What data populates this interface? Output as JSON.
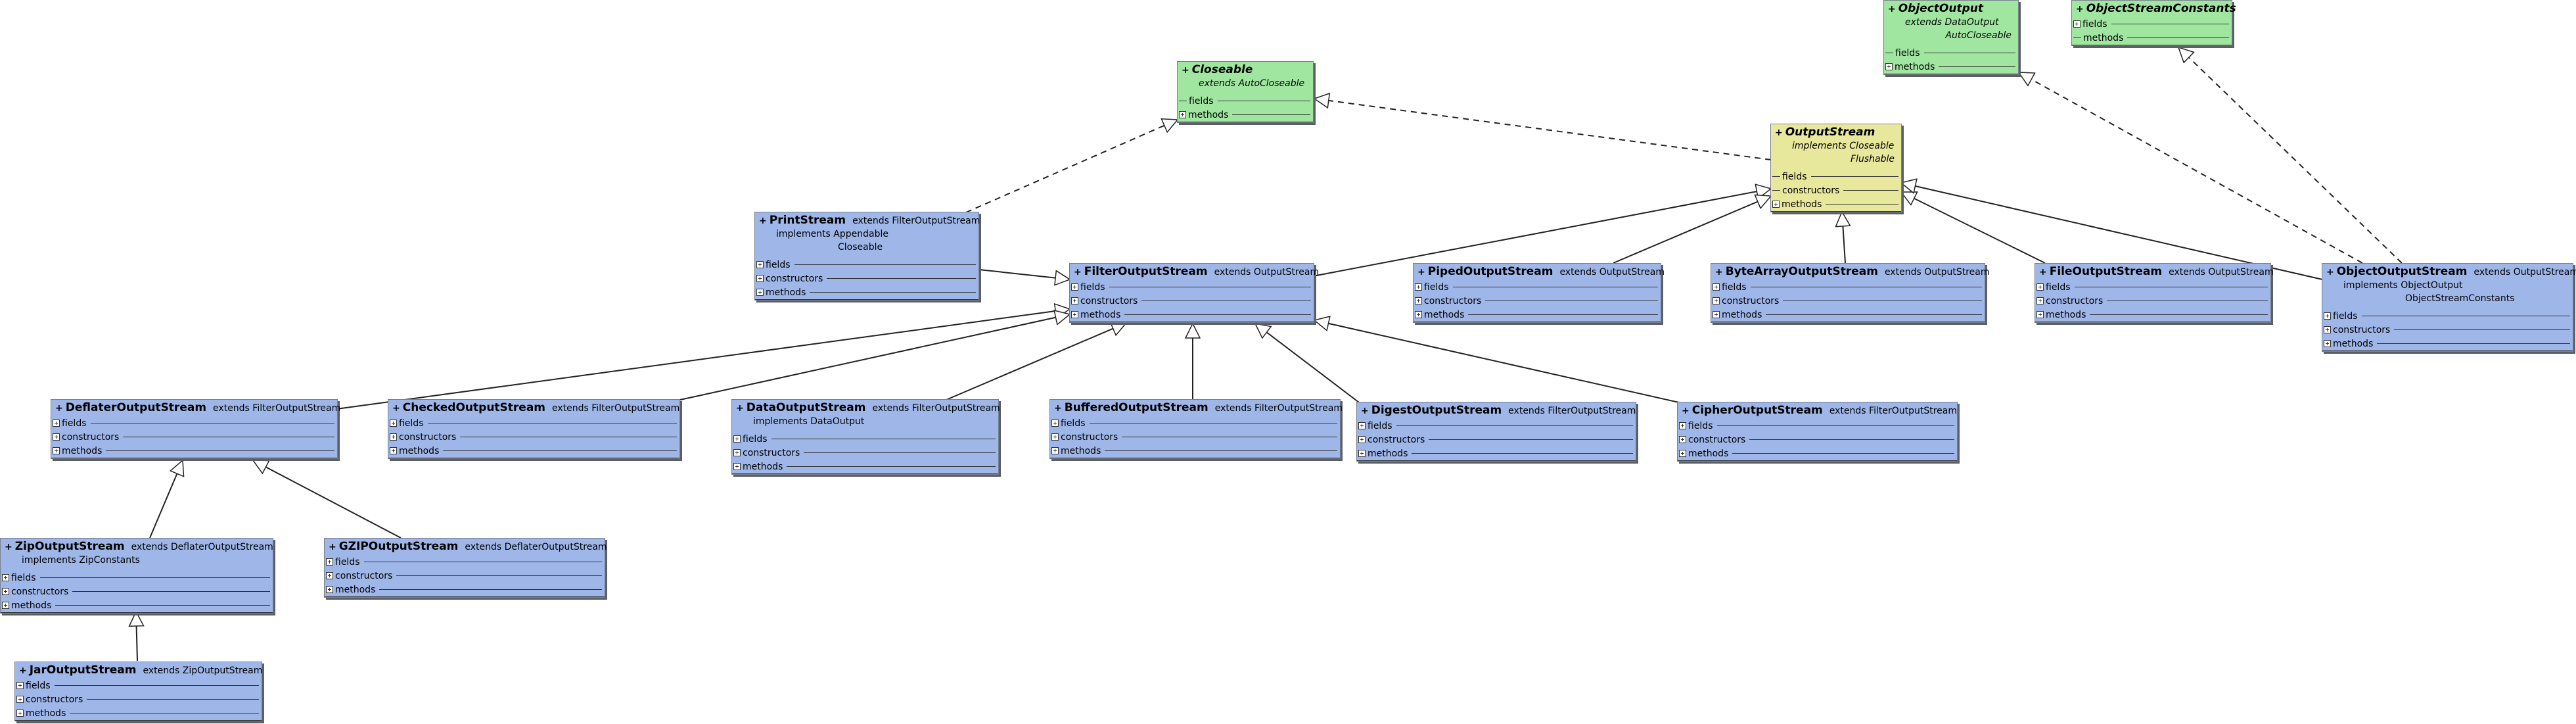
{
  "colors": {
    "class_fill": "#9eb6e8",
    "interface_fill": "#a0e6a0",
    "abstract_fill": "#e8e89c",
    "edge": "#222222"
  },
  "nodes": {
    "closeable": {
      "plus": "+",
      "name": "Closeable",
      "line1": "extends  AutoCloseable",
      "fields": "fields",
      "methods": "methods"
    },
    "objectoutput": {
      "plus": "+",
      "name": "ObjectOutput",
      "line1": "extends  DataOutput",
      "line2": "AutoCloseable",
      "fields": "fields",
      "methods": "methods"
    },
    "objectstreamconstants": {
      "plus": "+",
      "name": "ObjectStreamConstants",
      "fields": "fields",
      "methods": "methods"
    },
    "outputstream": {
      "plus": "+",
      "name": "OutputStream",
      "line1": "implements  Closeable",
      "line2": "Flushable",
      "fields": "fields",
      "constructors": "constructors",
      "methods": "methods"
    },
    "printstream": {
      "plus": "+",
      "name": "PrintStream",
      "ext": "extends  FilterOutputStream",
      "line1": "implements  Appendable",
      "line2": "Closeable",
      "fields": "fields",
      "constructors": "constructors",
      "methods": "methods"
    },
    "filteroutputstream": {
      "plus": "+",
      "name": "FilterOutputStream",
      "ext": "extends  OutputStream",
      "fields": "fields",
      "constructors": "constructors",
      "methods": "methods"
    },
    "pipedoutputstream": {
      "plus": "+",
      "name": "PipedOutputStream",
      "ext": "extends  OutputStream",
      "fields": "fields",
      "constructors": "constructors",
      "methods": "methods"
    },
    "bytearrayoutputstream": {
      "plus": "+",
      "name": "ByteArrayOutputStream",
      "ext": "extends  OutputStream",
      "fields": "fields",
      "constructors": "constructors",
      "methods": "methods"
    },
    "fileoutputstream": {
      "plus": "+",
      "name": "FileOutputStream",
      "ext": "extends  OutputStream",
      "fields": "fields",
      "constructors": "constructors",
      "methods": "methods"
    },
    "objectoutputstream": {
      "plus": "+",
      "name": "ObjectOutputStream",
      "ext": "extends  OutputStream",
      "line1": "implements  ObjectOutput",
      "line2": "ObjectStreamConstants",
      "fields": "fields",
      "constructors": "constructors",
      "methods": "methods"
    },
    "deflateroutputstream": {
      "plus": "+",
      "name": "DeflaterOutputStream",
      "ext": "extends  FilterOutputStream",
      "fields": "fields",
      "constructors": "constructors",
      "methods": "methods"
    },
    "checkedoutputstream": {
      "plus": "+",
      "name": "CheckedOutputStream",
      "ext": "extends  FilterOutputStream",
      "fields": "fields",
      "constructors": "constructors",
      "methods": "methods"
    },
    "dataoutputstream": {
      "plus": "+",
      "name": "DataOutputStream",
      "ext": "extends  FilterOutputStream",
      "line1": "implements  DataOutput",
      "fields": "fields",
      "constructors": "constructors",
      "methods": "methods"
    },
    "bufferedoutputstream": {
      "plus": "+",
      "name": "BufferedOutputStream",
      "ext": "extends  FilterOutputStream",
      "fields": "fields",
      "constructors": "constructors",
      "methods": "methods"
    },
    "digestoutputstream": {
      "plus": "+",
      "name": "DigestOutputStream",
      "ext": "extends  FilterOutputStream",
      "fields": "fields",
      "constructors": "constructors",
      "methods": "methods"
    },
    "cipheroutputstream": {
      "plus": "+",
      "name": "CipherOutputStream",
      "ext": "extends  FilterOutputStream",
      "fields": "fields",
      "constructors": "constructors",
      "methods": "methods"
    },
    "zipoutputstream": {
      "plus": "+",
      "name": "ZipOutputStream",
      "ext": "extends  DeflaterOutputStream",
      "line1": "implements  ZipConstants",
      "fields": "fields",
      "constructors": "constructors",
      "methods": "methods"
    },
    "gzipoutputstream": {
      "plus": "+",
      "name": "GZIPOutputStream",
      "ext": "extends  DeflaterOutputStream",
      "fields": "fields",
      "constructors": "constructors",
      "methods": "methods"
    },
    "jaroutputstream": {
      "plus": "+",
      "name": "JarOutputStream",
      "ext": "extends  ZipOutputStream",
      "fields": "fields",
      "constructors": "constructors",
      "methods": "methods"
    }
  }
}
